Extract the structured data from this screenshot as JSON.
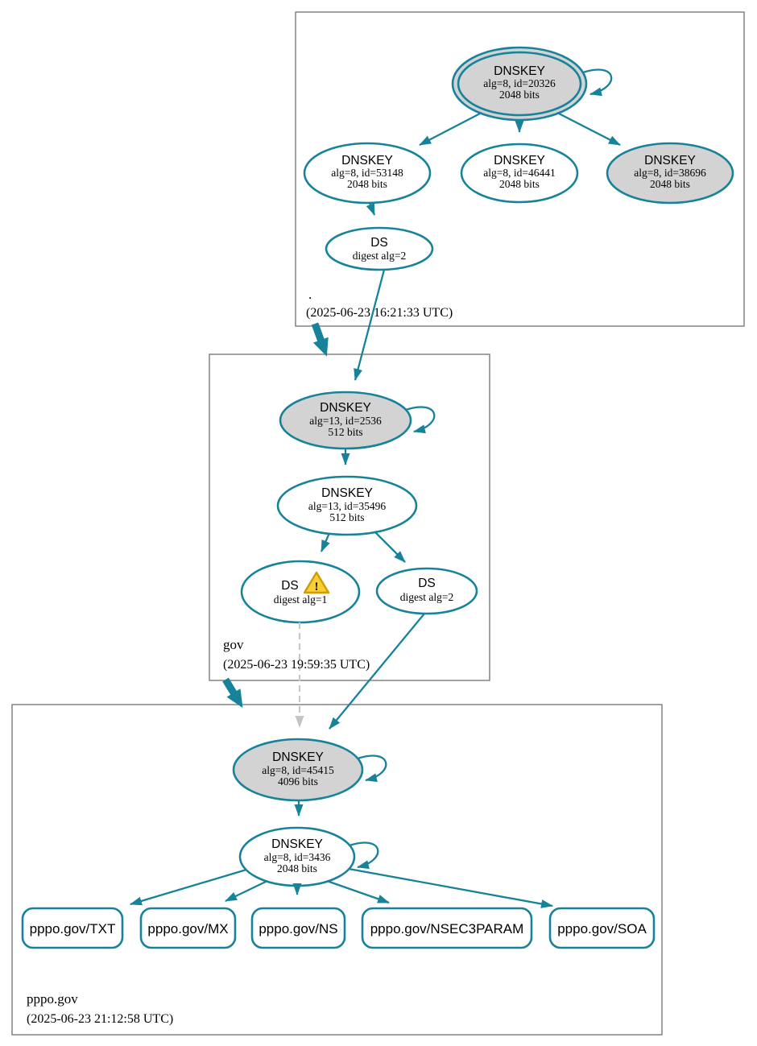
{
  "diagram": {
    "kind": "dnssec-authentication-chain-graph",
    "colors": {
      "edge_teal": "#17839a",
      "node_fill_gray": "#d3d3d3",
      "node_fill_white": "#ffffff",
      "zone_border_gray": "#7b7b7b",
      "insecure_edge_gray": "#c8c8c8",
      "warning_yellow": "#f9cf33",
      "warning_border": "#cf9c07",
      "text_black": "#000000"
    }
  },
  "zones": {
    "root": {
      "label": ".",
      "timestamp": "(2025-06-23 16:21:33 UTC)",
      "ksk_20326": {
        "title": "DNSKEY",
        "alg": "alg=8, id=20326",
        "bits": "2048 bits"
      },
      "dnskey_53148": {
        "title": "DNSKEY",
        "alg": "alg=8, id=53148",
        "bits": "2048 bits"
      },
      "dnskey_46441": {
        "title": "DNSKEY",
        "alg": "alg=8, id=46441",
        "bits": "2048 bits"
      },
      "dnskey_38696": {
        "title": "DNSKEY",
        "alg": "alg=8, id=38696",
        "bits": "2048 bits"
      },
      "ds": {
        "title": "DS",
        "digest": "digest alg=2"
      }
    },
    "gov": {
      "label": "gov",
      "timestamp": "(2025-06-23 19:59:35 UTC)",
      "ksk_2536": {
        "title": "DNSKEY",
        "alg": "alg=13, id=2536",
        "bits": "512 bits"
      },
      "dnskey_35496": {
        "title": "DNSKEY",
        "alg": "alg=13, id=35496",
        "bits": "512 bits"
      },
      "ds_alg1": {
        "title": "DS",
        "digest": "digest alg=1",
        "warning": "!"
      },
      "ds_alg2": {
        "title": "DS",
        "digest": "digest alg=2"
      }
    },
    "pppo_gov": {
      "label": "pppo.gov",
      "timestamp": "(2025-06-23 21:12:58 UTC)",
      "ksk_45415": {
        "title": "DNSKEY",
        "alg": "alg=8, id=45415",
        "bits": "4096 bits"
      },
      "dnskey_3436": {
        "title": "DNSKEY",
        "alg": "alg=8, id=3436",
        "bits": "2048 bits"
      },
      "rrsets": [
        {
          "label": "pppo.gov/TXT"
        },
        {
          "label": "pppo.gov/MX"
        },
        {
          "label": "pppo.gov/NS"
        },
        {
          "label": "pppo.gov/NSEC3PARAM"
        },
        {
          "label": "pppo.gov/SOA"
        }
      ]
    }
  }
}
